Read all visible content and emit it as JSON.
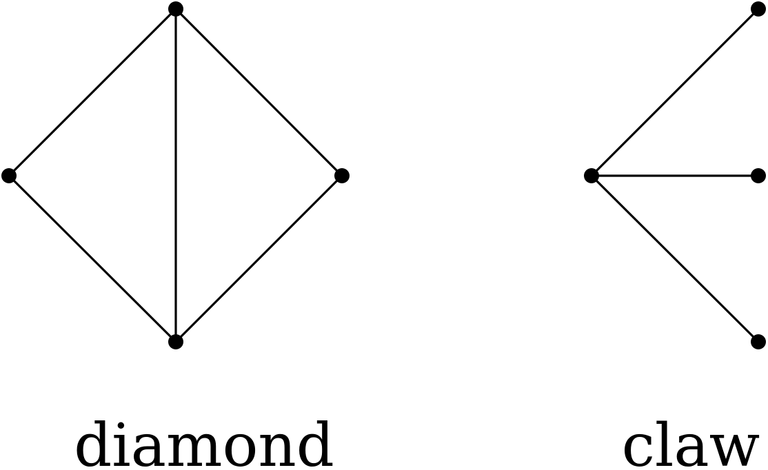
{
  "colors": {
    "background": "#ffffff",
    "ink": "#000000"
  },
  "graphs": [
    {
      "label": "diamond",
      "vertices": [
        "top",
        "left",
        "right",
        "bottom"
      ],
      "edges": [
        [
          "top",
          "left"
        ],
        [
          "top",
          "right"
        ],
        [
          "top",
          "bottom"
        ],
        [
          "left",
          "bottom"
        ],
        [
          "right",
          "bottom"
        ]
      ]
    },
    {
      "label": "claw",
      "vertices": [
        "center",
        "leaf-top",
        "leaf-middle",
        "leaf-bottom"
      ],
      "edges": [
        [
          "center",
          "leaf-top"
        ],
        [
          "center",
          "leaf-middle"
        ],
        [
          "center",
          "leaf-bottom"
        ]
      ]
    }
  ]
}
